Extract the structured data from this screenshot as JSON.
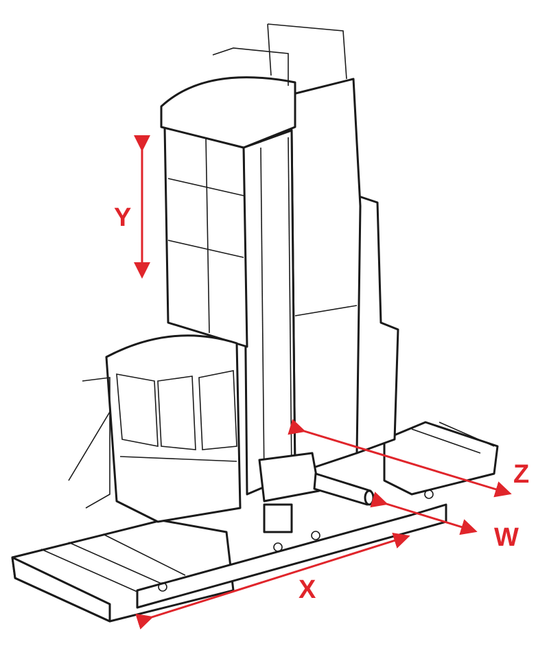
{
  "diagram": {
    "accent_color": "#e0252b",
    "axes": {
      "x": "X",
      "y": "Y",
      "z": "Z",
      "w": "W"
    }
  }
}
